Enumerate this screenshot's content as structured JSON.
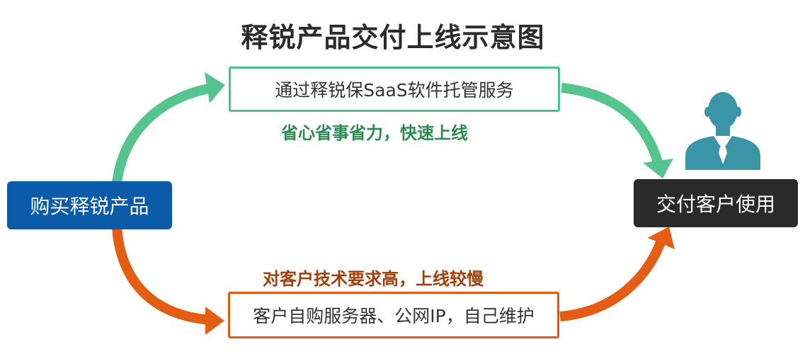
{
  "title": "释锐产品交付上线示意图",
  "nodes": {
    "buy": "购买释锐产品",
    "saas": "通过释锐保SaaS软件托管服务",
    "self_host": "客户自购服务器、公网IP，自己维护",
    "deliver": "交付客户使用"
  },
  "captions": {
    "saas_benefit": "省心省事省力，快速上线",
    "self_host_drawback": "对客户技术要求高，上线较慢"
  },
  "icons": {
    "user": "user-with-tie-icon"
  },
  "colors": {
    "green_path": "#55c48e",
    "orange_path": "#e35d15",
    "buy_box": "#0b5ba8",
    "deliver_box": "#2a2a2a",
    "user_icon": "#3a96a6"
  }
}
